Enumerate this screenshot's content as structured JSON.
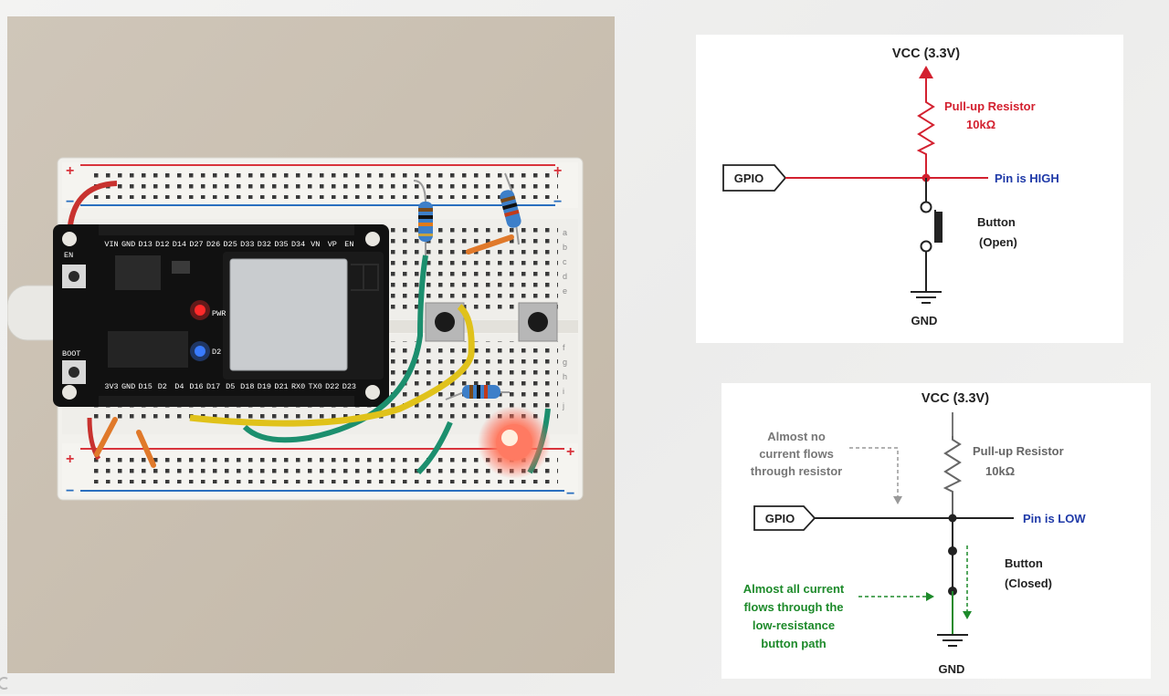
{
  "photo": {
    "board_pins_top": [
      "VIN",
      "GND",
      "D13",
      "D12",
      "D14",
      "D27",
      "D26",
      "D25",
      "D33",
      "D32",
      "D35",
      "D34",
      "VN",
      "VP",
      "EN"
    ],
    "board_pins_bottom": [
      "3V3",
      "GND",
      "D15",
      "D2",
      "D4",
      "D16",
      "D17",
      "D5",
      "D18",
      "D19",
      "D21",
      "RX0",
      "TX0",
      "D22",
      "D23"
    ],
    "label_en": "EN",
    "label_boot": "BOOT",
    "label_pwr": "PWR",
    "label_d2": "D2",
    "rail_plus": "+",
    "rail_minus": "−",
    "rows_top": [
      "a",
      "b",
      "c",
      "d",
      "e"
    ],
    "rows_bottom": [
      "f",
      "g",
      "h",
      "i",
      "j"
    ],
    "colors": {
      "table": "#c9bfb1",
      "board_pcb": "#111111",
      "breadboard": "#f2f1ed",
      "rail_red": "#d8343c",
      "rail_blue": "#2a6fbf",
      "wire_green": "#1c8f6e",
      "wire_yellow": "#e0c21a",
      "wire_red": "#c8322f",
      "wire_orange": "#e0792a",
      "led": "#ff5a4a"
    }
  },
  "schematic_open": {
    "vcc": "VCC (3.3V)",
    "resistor_title": "Pull-up Resistor",
    "resistor_value": "10kΩ",
    "gpio": "GPIO",
    "pin_state": "Pin is HIGH",
    "button_title": "Button",
    "button_state": "(Open)",
    "gnd": "GND",
    "colors": {
      "accent": "#d3202f",
      "pin_state": "#1f3aa8",
      "line": "#222222"
    }
  },
  "schematic_closed": {
    "vcc": "VCC (3.3V)",
    "resistor_title": "Pull-up Resistor",
    "resistor_value": "10kΩ",
    "gpio": "GPIO",
    "pin_state": "Pin is LOW",
    "button_title": "Button",
    "button_state": "(Closed)",
    "gnd": "GND",
    "note_resistor": [
      "Almost no",
      "current flows",
      "through resistor"
    ],
    "note_button": [
      "Almost all current",
      "flows through the",
      "low-resistance",
      "button path"
    ],
    "colors": {
      "note_gray": "#777777",
      "note_green": "#1d8a2a",
      "pin_state": "#1f3aa8",
      "resistor": "#666666",
      "line": "#222222"
    }
  }
}
